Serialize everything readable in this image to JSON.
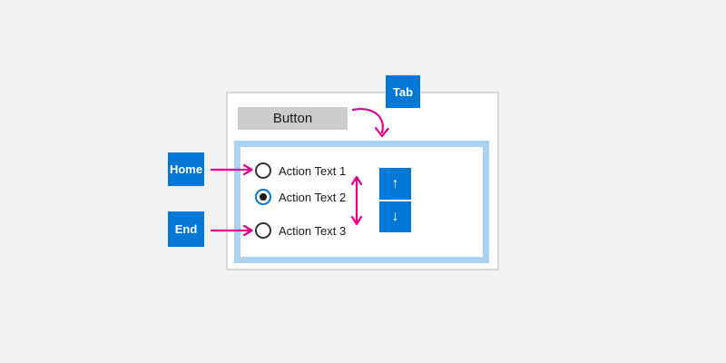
{
  "colors": {
    "background": "#f2f2f2",
    "accent-blue": "#0078d7",
    "magenta": "#e3008c",
    "focus-border": "#abd2f0",
    "button-gray": "#cccccc",
    "panel-border": "#d6d6d6",
    "text": "#1a1a1a",
    "radio-ring": "#333333"
  },
  "keys": {
    "tab": "Tab",
    "home": "Home",
    "end": "End"
  },
  "panel": {
    "button_label": "Button"
  },
  "radio_group": {
    "items": [
      {
        "label": "Action Text 1",
        "selected": false
      },
      {
        "label": "Action Text 2",
        "selected": true
      },
      {
        "label": "Action Text 3",
        "selected": false
      }
    ]
  },
  "spinner": {
    "up_icon": "↑",
    "down_icon": "↓"
  }
}
